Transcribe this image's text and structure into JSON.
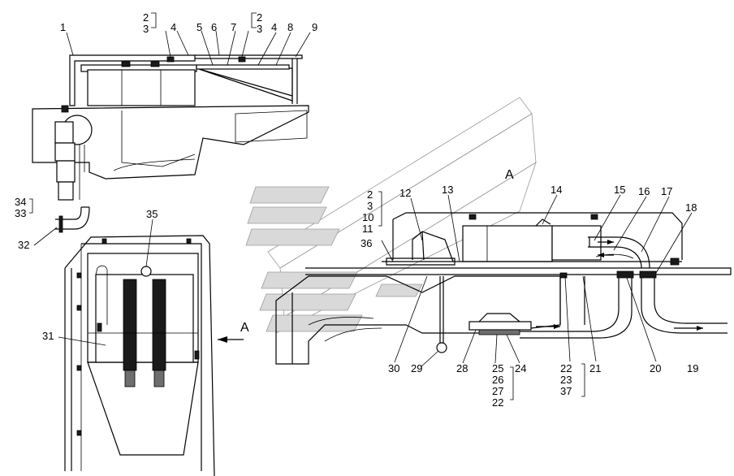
{
  "labels": {
    "l1": "1",
    "l2a": "2",
    "l3a": "3",
    "l4a": "4",
    "l5": "5",
    "l6": "6",
    "l7": "7",
    "l2b": "2",
    "l3b": "3",
    "l4b": "4",
    "l8": "8",
    "l9": "9",
    "l34": "34",
    "l33": "33",
    "l32": "32",
    "l35": "35",
    "l31": "31",
    "l2c": "2",
    "l3c": "3",
    "l10": "10",
    "l11": "11",
    "l12": "12",
    "l13": "13",
    "l14": "14",
    "l15": "15",
    "l16": "16",
    "l17": "17",
    "l18": "18",
    "l36": "36",
    "l22a": "22",
    "l23": "23",
    "l37": "37",
    "l21": "21",
    "l20": "20",
    "l19": "19",
    "l30": "30",
    "l29": "29",
    "l28": "28",
    "l24": "24",
    "l25": "25",
    "l26": "26",
    "l27": "27",
    "l22b": "22"
  },
  "view_markers": {
    "a_top": "A",
    "a_arrow": "A"
  }
}
